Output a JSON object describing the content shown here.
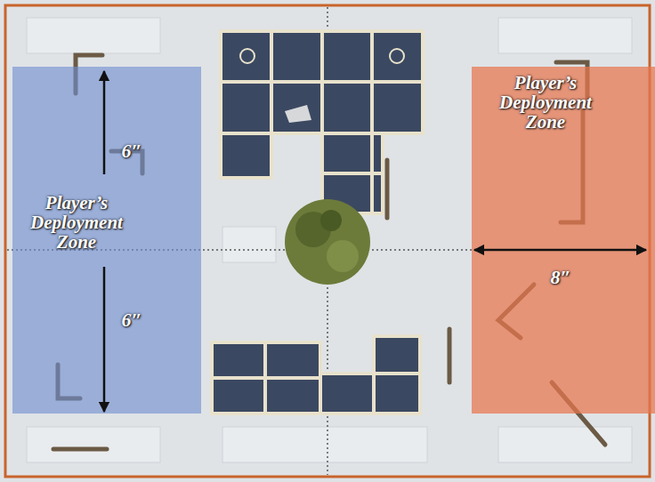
{
  "diagram": {
    "nodes": [
      {
        "text": [
          "Player’s Deployment Zone"
        ]
      },
      {
        "text": [
          "Player’s Deployment Zone"
        ]
      }
    ],
    "labels": [
      "6″",
      "6″",
      "8″"
    ]
  }
}
